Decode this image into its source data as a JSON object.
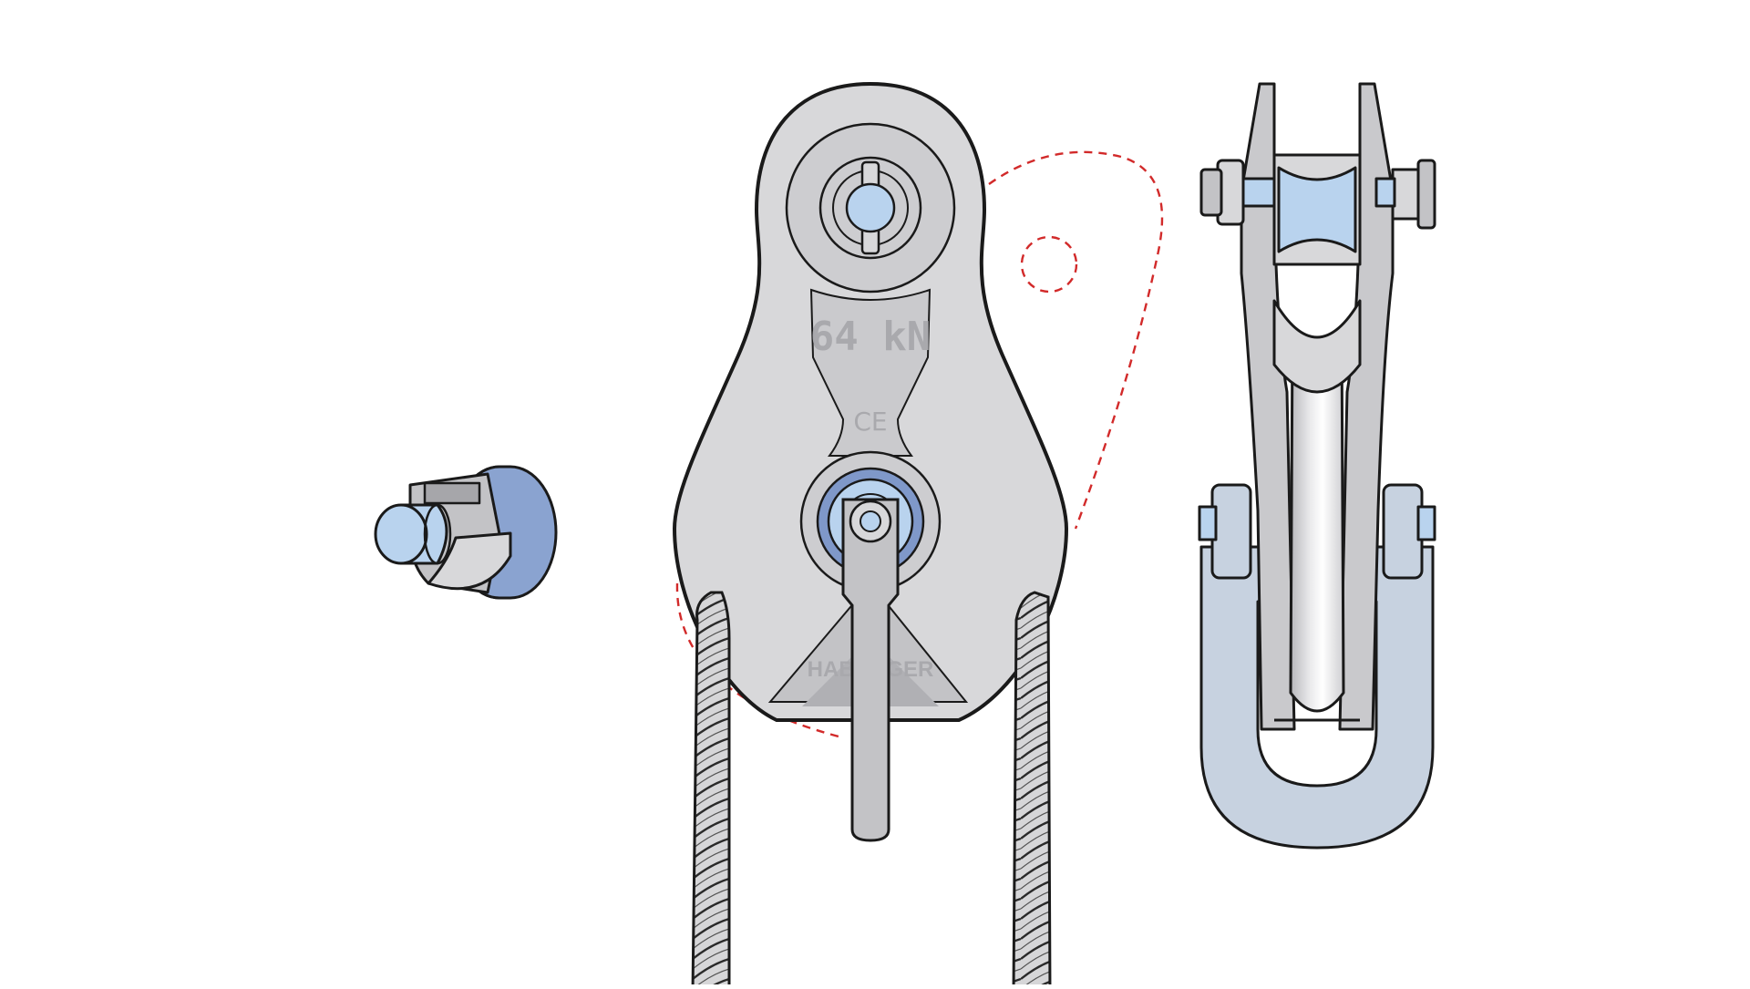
{
  "diagram": {
    "rating_label": "64 kN",
    "certification_label": "CE",
    "brand_label": "HABEGGER"
  },
  "colors": {
    "background": "#ffffff",
    "outline": "#1a1a1a",
    "body_gray": "#d8d8da",
    "body_gray_dark": "#c3c3c6",
    "engraving": "#b0b0b4",
    "pin_blue": "#b9d3ee",
    "ring_blue": "#7f98c9",
    "shackle_blue": "#c7d2e0",
    "dashed_red": "#d22a2a"
  },
  "icons": {
    "detached_pin": "axle-pin-icon",
    "pulley_block": "pulley-block-icon",
    "side_view": "pulley-side-view-icon",
    "wire_rope": "wire-rope-icon",
    "shackle": "shackle-icon"
  }
}
